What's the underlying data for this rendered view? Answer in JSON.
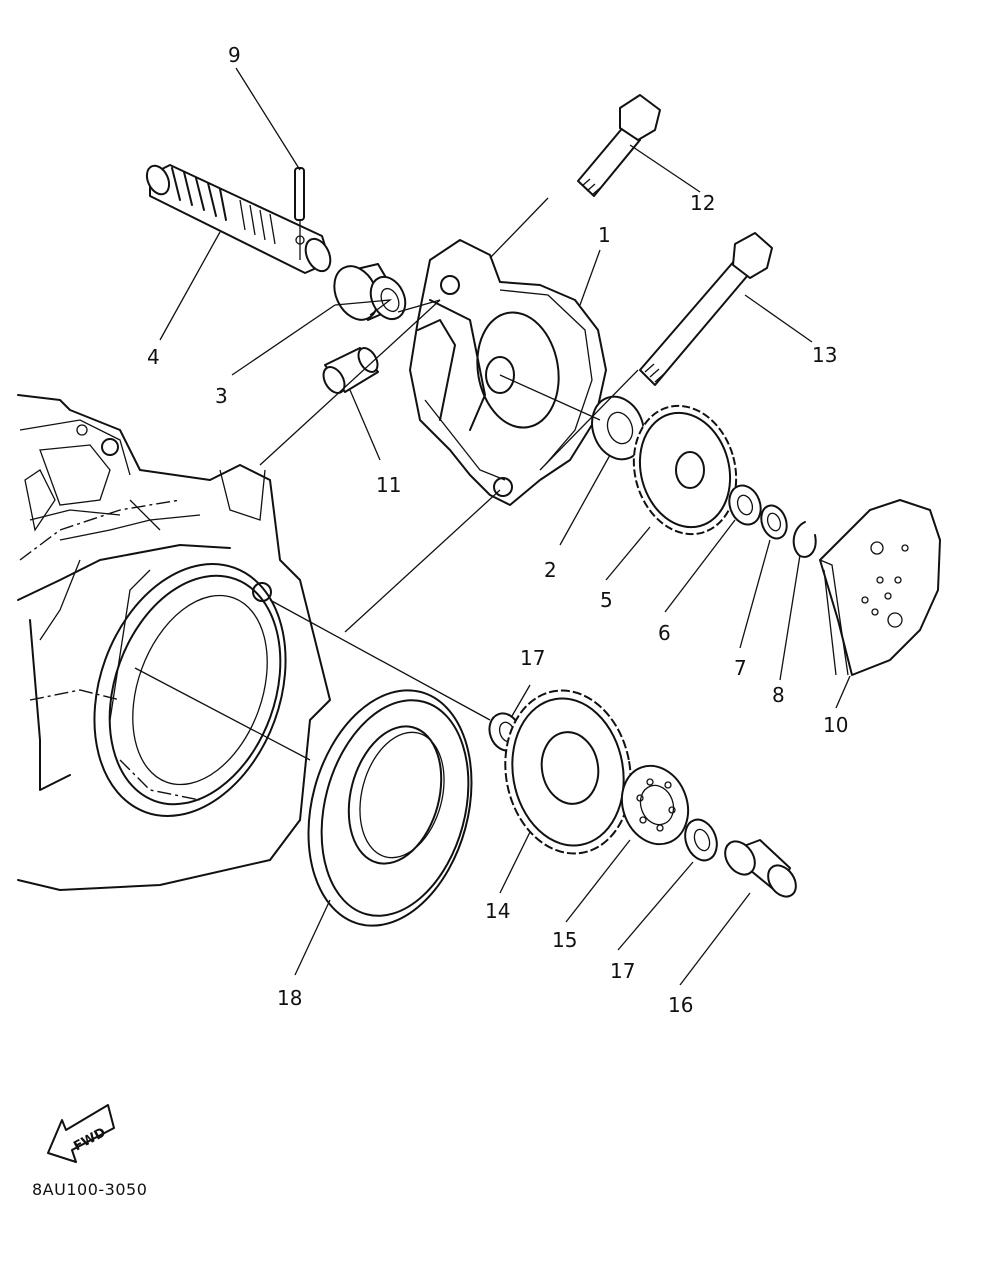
{
  "parts": [
    {
      "id": "1",
      "label": "1"
    },
    {
      "id": "2",
      "label": "2"
    },
    {
      "id": "3",
      "label": "3"
    },
    {
      "id": "4",
      "label": "4"
    },
    {
      "id": "5",
      "label": "5"
    },
    {
      "id": "6",
      "label": "6"
    },
    {
      "id": "7",
      "label": "7"
    },
    {
      "id": "8",
      "label": "8"
    },
    {
      "id": "9",
      "label": "9"
    },
    {
      "id": "10",
      "label": "10"
    },
    {
      "id": "11",
      "label": "11"
    },
    {
      "id": "12",
      "label": "12"
    },
    {
      "id": "13",
      "label": "13"
    },
    {
      "id": "14",
      "label": "14"
    },
    {
      "id": "15",
      "label": "15"
    },
    {
      "id": "16",
      "label": "16"
    },
    {
      "id": "17a",
      "label": "17"
    },
    {
      "id": "17b",
      "label": "17"
    },
    {
      "id": "18",
      "label": "18"
    }
  ],
  "fwd_arrow": {
    "label": "FWD",
    "icon": "fwd-arrow-icon"
  },
  "diagram_code": "8AU100-3050"
}
